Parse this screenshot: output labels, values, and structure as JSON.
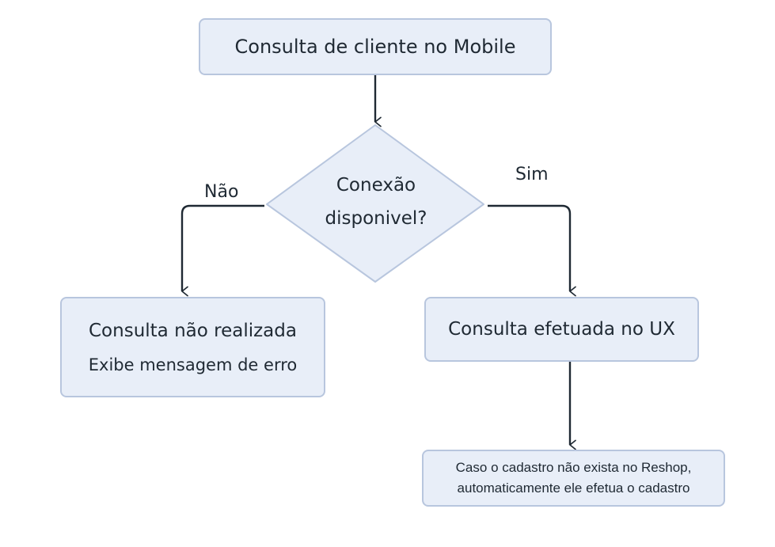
{
  "nodes": {
    "start": "Consulta de cliente no Mobile",
    "decision": {
      "line1": "Conexão",
      "line2": "disponivel?"
    },
    "error": {
      "line1": "Consulta não realizada",
      "line2": "Exibe mensagem de erro"
    },
    "success": "Consulta efetuada no UX",
    "note": {
      "line1": "Caso o cadastro não exista no Reshop,",
      "line2": "automaticamente ele efetua o cadastro"
    }
  },
  "edges": {
    "no_label": "Não",
    "yes_label": "Sim"
  },
  "colors": {
    "node_fill": "#e8eef8",
    "node_border": "#b8c6de",
    "line": "#1f2933"
  }
}
